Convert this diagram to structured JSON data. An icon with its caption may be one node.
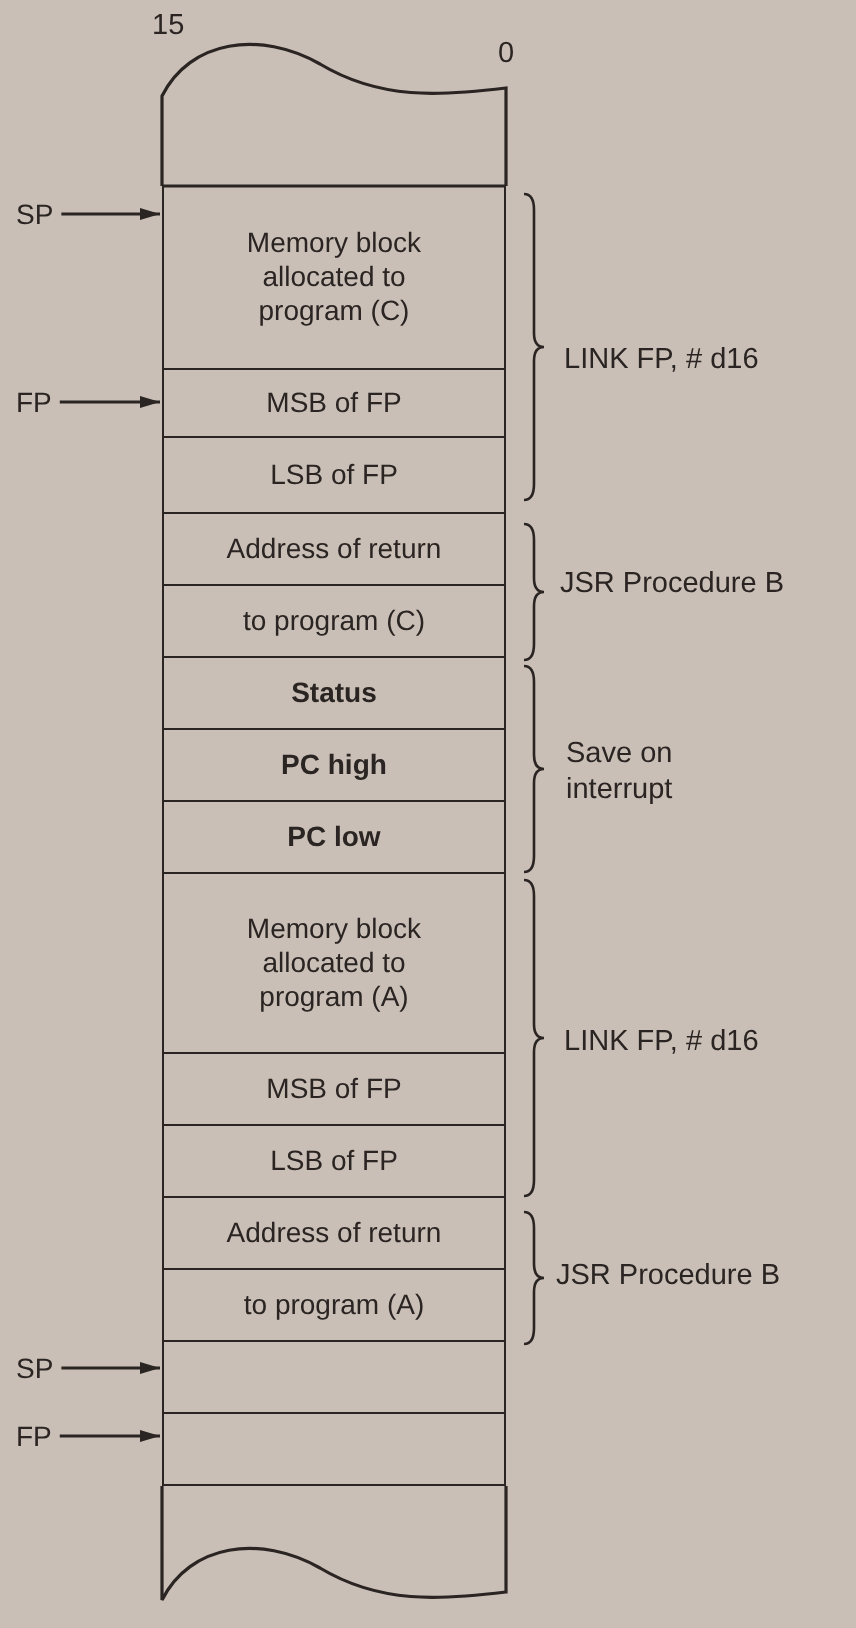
{
  "diagram": {
    "nodes": [
      {
        "text": [
          "SP"
        ]
      },
      {
        "text": [
          "Memory block allocated to program (C)"
        ]
      },
      {
        "text": [
          "FP"
        ]
      },
      {
        "text": [
          "MSB of FP"
        ]
      },
      {
        "text": [
          "LSB of FP"
        ]
      },
      {
        "text": [
          "Address of return"
        ]
      },
      {
        "text": [
          "to program (C)"
        ]
      },
      {
        "text": [
          "Status"
        ]
      },
      {
        "text": [
          "PC high"
        ]
      },
      {
        "text": [
          "PC low"
        ]
      },
      {
        "text": [
          "Memory block allocated to program (A)"
        ]
      },
      {
        "text": [
          "MSB of FP"
        ]
      },
      {
        "text": [
          "LSB of FP"
        ]
      },
      {
        "text": [
          "Address of return"
        ]
      },
      {
        "text": [
          "to program (A)"
        ]
      },
      {
        "text": [
          "SP"
        ]
      },
      {
        "text": [],
        "shape": "box"
      },
      {
        "text": [
          "FP"
        ]
      },
      {
        "text": [],
        "shape": "box"
      }
    ],
    "edges": [
      {
        "from": 0,
        "to": 1,
        "arrow": "to"
      },
      {
        "from": 2,
        "to": 3,
        "arrow": "to"
      },
      {
        "from": 15,
        "to": 16,
        "arrow": "to"
      },
      {
        "from": 17,
        "to": 18,
        "arrow": "to"
      }
    ],
    "labels": [
      "15",
      "0",
      "LINK FP, # d16",
      "JSR Procedure B",
      "Save on interrupt",
      "LINK FP, # d16",
      "JSR Procedure B"
    ]
  }
}
